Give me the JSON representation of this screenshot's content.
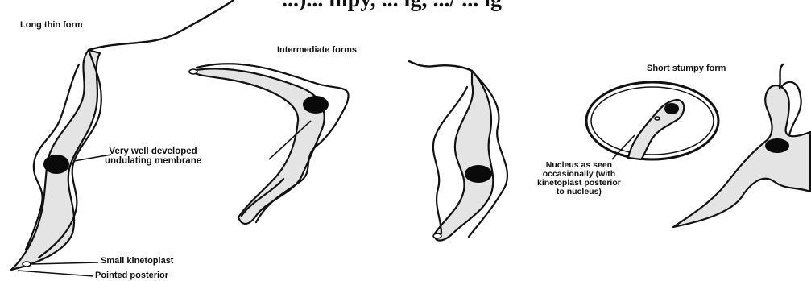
{
  "header": {
    "partial_title": "...)... mpy,  ... lg, .../ ... lg"
  },
  "labels": {
    "long_thin": "Long thin form",
    "intermediate": "Intermediate forms",
    "short_stumpy": "Short stumpy form",
    "membrane_line1": "Very well developed",
    "membrane_line2": "undulating membrane",
    "nucleus_line1": "Nucleus as seen",
    "nucleus_line2": "occasionally (with",
    "nucleus_line3": "kinetoplast posterior",
    "nucleus_line4": "to nucleus)",
    "kinetoplast": "Small kinetoplast",
    "posterior": "Pointed posterior"
  },
  "colors": {
    "ink": "#111111",
    "body_fill": "#e4e4e4",
    "background": "#ffffff"
  }
}
